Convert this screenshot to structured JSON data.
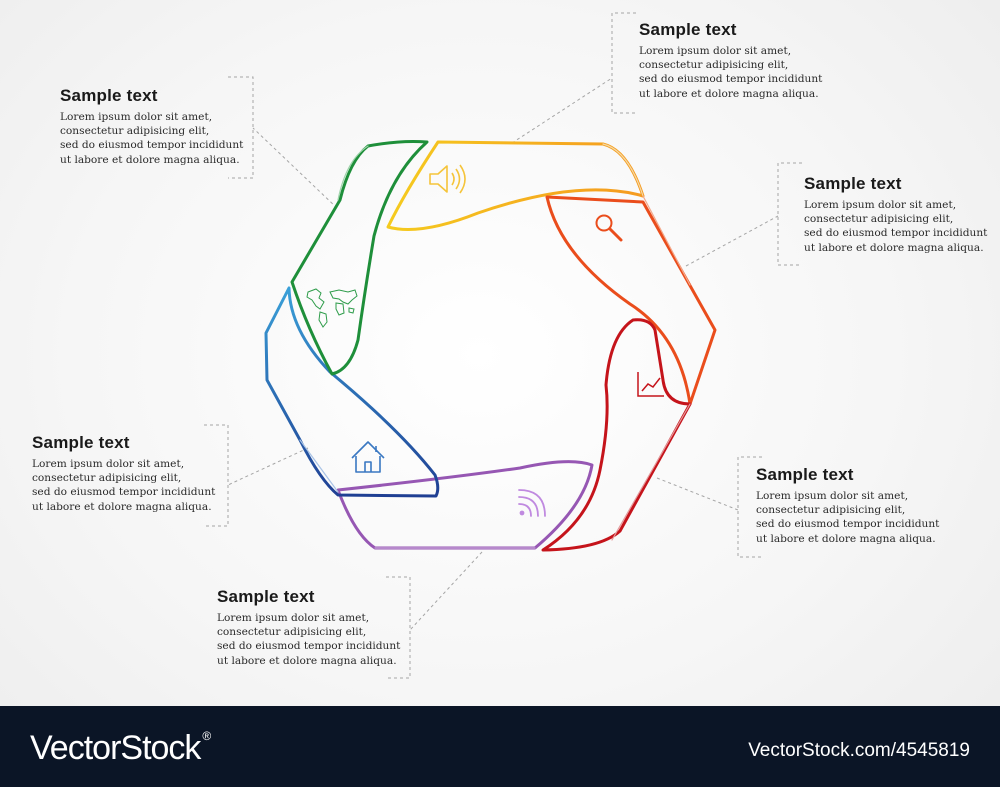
{
  "callouts": [
    {
      "title": "Sample text",
      "body": "Lorem ipsum dolor sit amet,\nconsectetur adipisicing elit,\nsed do eiusmod tempor incididunt\nut labore et dolore magna aliqua."
    },
    {
      "title": "Sample text",
      "body": "Lorem ipsum dolor sit amet,\nconsectetur adipisicing elit,\nsed do eiusmod tempor incididunt\nut labore et dolore magna aliqua."
    },
    {
      "title": "Sample text",
      "body": "Lorem ipsum dolor sit amet,\nconsectetur adipisicing elit,\nsed do eiusmod tempor incididunt\nut labore et dolore magna aliqua."
    },
    {
      "title": "Sample text",
      "body": "Lorem ipsum dolor sit amet,\nconsectetur adipisicing elit,\nsed do eiusmod tempor incididunt\nut labore et dolore magna aliqua."
    },
    {
      "title": "Sample text",
      "body": "Lorem ipsum dolor sit amet,\nconsectetur adipisicing elit,\nsed do eiusmod tempor incididunt\nut labore et dolore magna aliqua."
    },
    {
      "title": "Sample text",
      "body": "Lorem ipsum dolor sit amet,\nconsectetur adipisicing elit,\nsed do eiusmod tempor incididunt\nut labore et dolore magna aliqua."
    }
  ],
  "segments": [
    {
      "color": "#f5cb1f",
      "icon": "speaker-icon"
    },
    {
      "color": "#ea4d1c",
      "icon": "magnifier-icon"
    },
    {
      "color": "#c5141b",
      "icon": "line-chart-icon"
    },
    {
      "color": "#9657b3",
      "icon": "wifi-signal-icon"
    },
    {
      "color": "#2b60a8",
      "icon": "home-icon"
    },
    {
      "color": "#1e8f3a",
      "icon": "world-map-icon"
    }
  ],
  "footer": {
    "logo": "VectorStock",
    "logo_mark": "®",
    "image_id": "VectorStock.com/4545819"
  }
}
